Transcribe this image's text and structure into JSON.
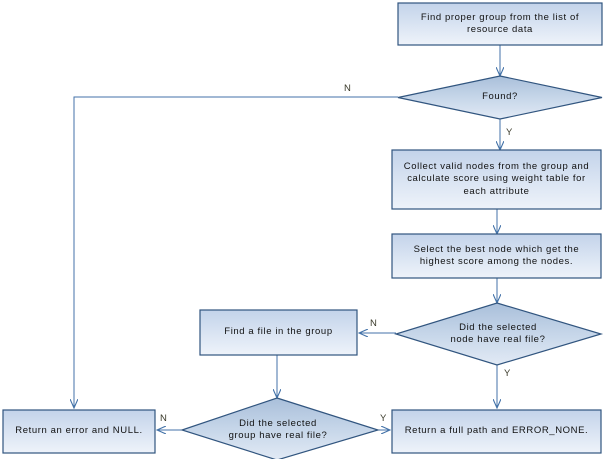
{
  "diagram": {
    "title": "Resource group file lookup flowchart",
    "colors": {
      "box_fill_top": "#c7d5ea",
      "box_fill_bottom": "#e9eff8",
      "box_stroke": "#31557f",
      "diamond_fill_top": "#a8bed9",
      "diamond_fill_bottom": "#dde6f2",
      "diamond_stroke": "#31557f",
      "connector": "#4372a8",
      "text": "#111111",
      "label_text": "#3a3a2a",
      "background": "#ffffff"
    },
    "nodes": [
      {
        "id": "find-group",
        "shape": "process",
        "text": "Find proper group from the list of resource data"
      },
      {
        "id": "found",
        "shape": "decision",
        "text": "Found?"
      },
      {
        "id": "collect-nodes",
        "shape": "process",
        "text": "Collect valid nodes from the group and calculate score using weight table for each attribute"
      },
      {
        "id": "select-best-node",
        "shape": "process",
        "text": "Select the best node which get the highest score among the nodes."
      },
      {
        "id": "node-has-file",
        "shape": "decision",
        "text": "Did the selected node have real file?"
      },
      {
        "id": "find-file-in-group",
        "shape": "process",
        "text": "Find a file in the group"
      },
      {
        "id": "group-has-file",
        "shape": "decision",
        "text": "Did the selected group have real file?"
      },
      {
        "id": "return-error",
        "shape": "process",
        "text": "Return an error and NULL."
      },
      {
        "id": "return-path",
        "shape": "process",
        "text": "Return a full path and ERROR_NONE."
      }
    ],
    "edge_labels": [
      {
        "id": "found-no",
        "text": "N"
      },
      {
        "id": "found-yes",
        "text": "Y"
      },
      {
        "id": "node-has-file-no",
        "text": "N"
      },
      {
        "id": "node-has-file-yes",
        "text": "Y"
      },
      {
        "id": "group-has-file-no",
        "text": "N"
      },
      {
        "id": "group-has-file-yes",
        "text": "Y"
      }
    ]
  }
}
